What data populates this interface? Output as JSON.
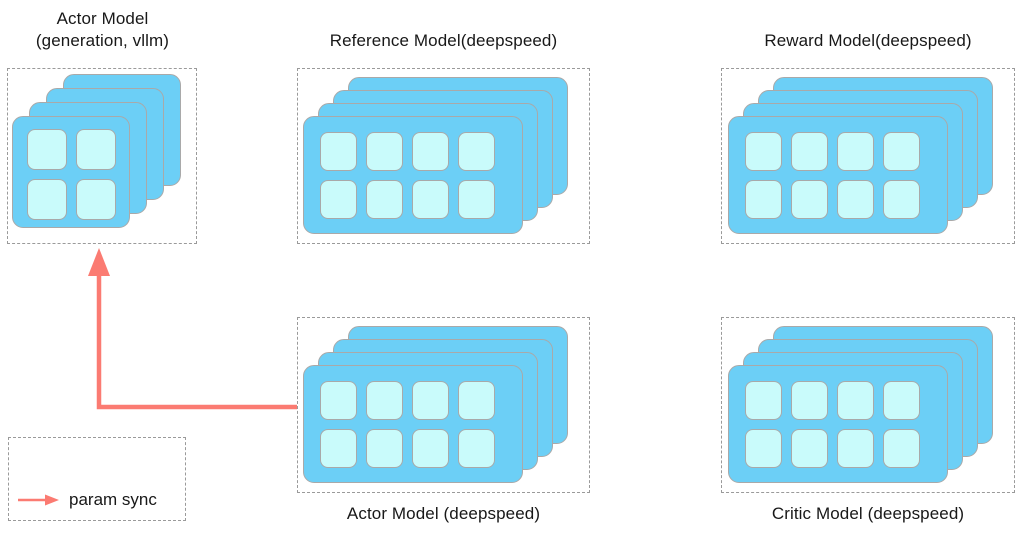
{
  "diagram": {
    "title_text_color": "#181818",
    "card_color": "#6ccff6",
    "cell_color": "#c9fbfb",
    "card_border_color": "#a9a9a9",
    "dashed_border_color": "#9a9a9a",
    "arrow_color": "#fb7b72",
    "background": "#ffffff"
  },
  "groups": {
    "actor_vllm": {
      "title": "Actor Model\n(generation, vllm)",
      "title_position": "above",
      "card_count": 4,
      "grid": "2x2",
      "cells": 4
    },
    "reference": {
      "title": "Reference Model(deepspeed)",
      "title_position": "above",
      "card_count": 4,
      "grid": "4x2",
      "cells": 8
    },
    "reward": {
      "title": "Reward Model(deepspeed)",
      "title_position": "above",
      "card_count": 4,
      "grid": "4x2",
      "cells": 8
    },
    "actor_deepspeed": {
      "title": "Actor Model (deepspeed)",
      "title_position": "below",
      "card_count": 4,
      "grid": "4x2",
      "cells": 8
    },
    "critic": {
      "title": "Critic Model (deepspeed)",
      "title_position": "below",
      "card_count": 4,
      "grid": "4x2",
      "cells": 8
    }
  },
  "connections": [
    {
      "name": "param-sync-arrow",
      "from": "actor_deepspeed",
      "to": "actor_vllm",
      "color": "#fb7b72",
      "style": "elbow-arrow"
    }
  ],
  "legend": {
    "label": "param sync",
    "arrow_color": "#fb7b72"
  }
}
